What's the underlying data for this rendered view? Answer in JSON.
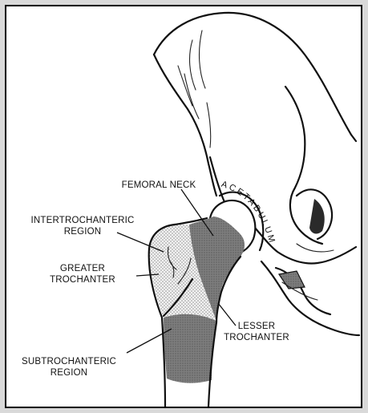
{
  "labels": {
    "femoral_neck": "FEMORAL NECK",
    "acetabulum": "ACETABULUM",
    "intertrochanteric_line1": "INTERTROCHANTERIC",
    "intertrochanteric_line2": "REGION",
    "greater_trochanter_line1": "GREATER",
    "greater_trochanter_line2": "TROCHANTER",
    "lesser_trochanter_line1": "LESSER",
    "lesser_trochanter_line2": "TROCHANTER",
    "subtrochanteric_line1": "SUBTROCHANTERIC",
    "subtrochanteric_line2": "REGION"
  },
  "colors": {
    "frame_border": "#000000",
    "background": "#d9d9d9",
    "dark_shading": "#7d7d7d",
    "stipple_shading": "#cfcfcf"
  }
}
